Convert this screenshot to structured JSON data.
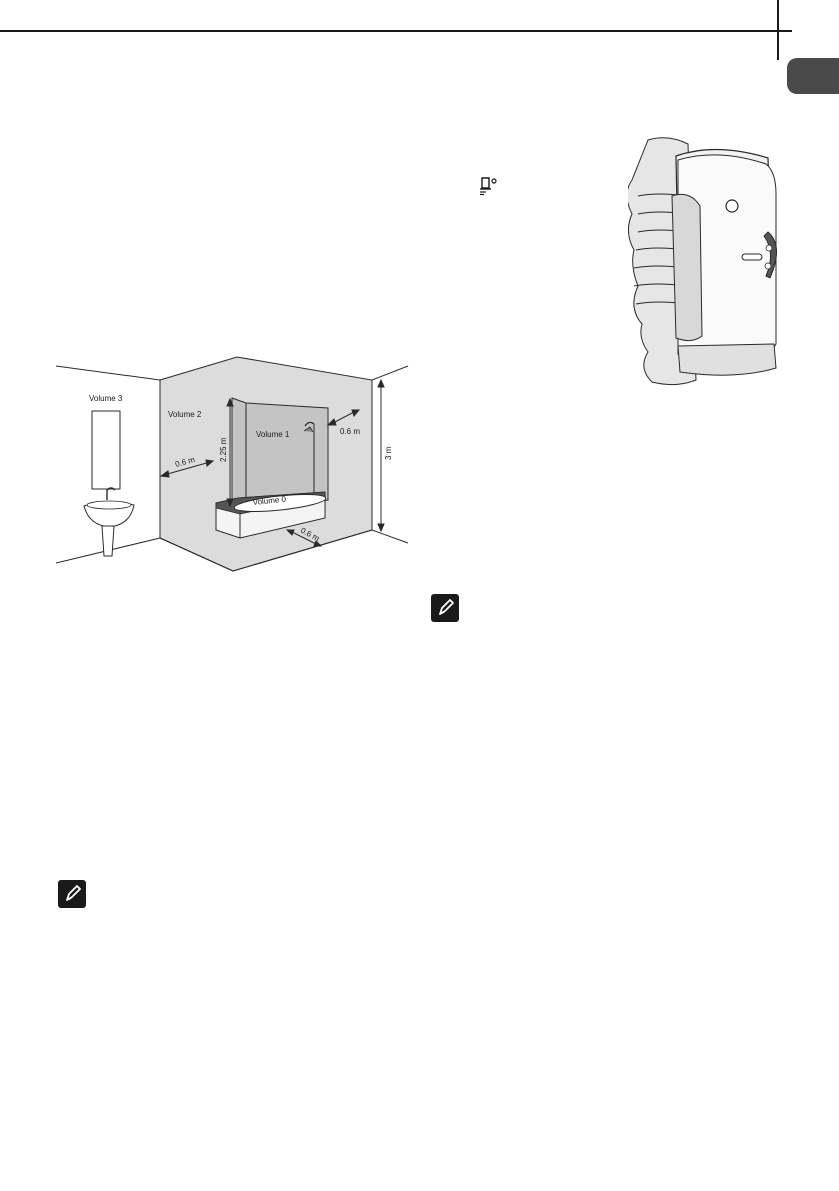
{
  "diagram": {
    "volume3": "Volume 3",
    "volume2": "Volume 2",
    "volume1": "Volume 1",
    "volume0": "Volume 0",
    "dim_left": "0.6 m",
    "dim_right": "0.6 m",
    "dim_front": "0.6 m",
    "dim_height_tub": "2.25 m",
    "dim_height_room": "3 m"
  },
  "icons": {
    "note_icon_1": "pencil-note",
    "note_icon_2": "pencil-note",
    "thermostat_symbol": "thermostat-setting"
  }
}
